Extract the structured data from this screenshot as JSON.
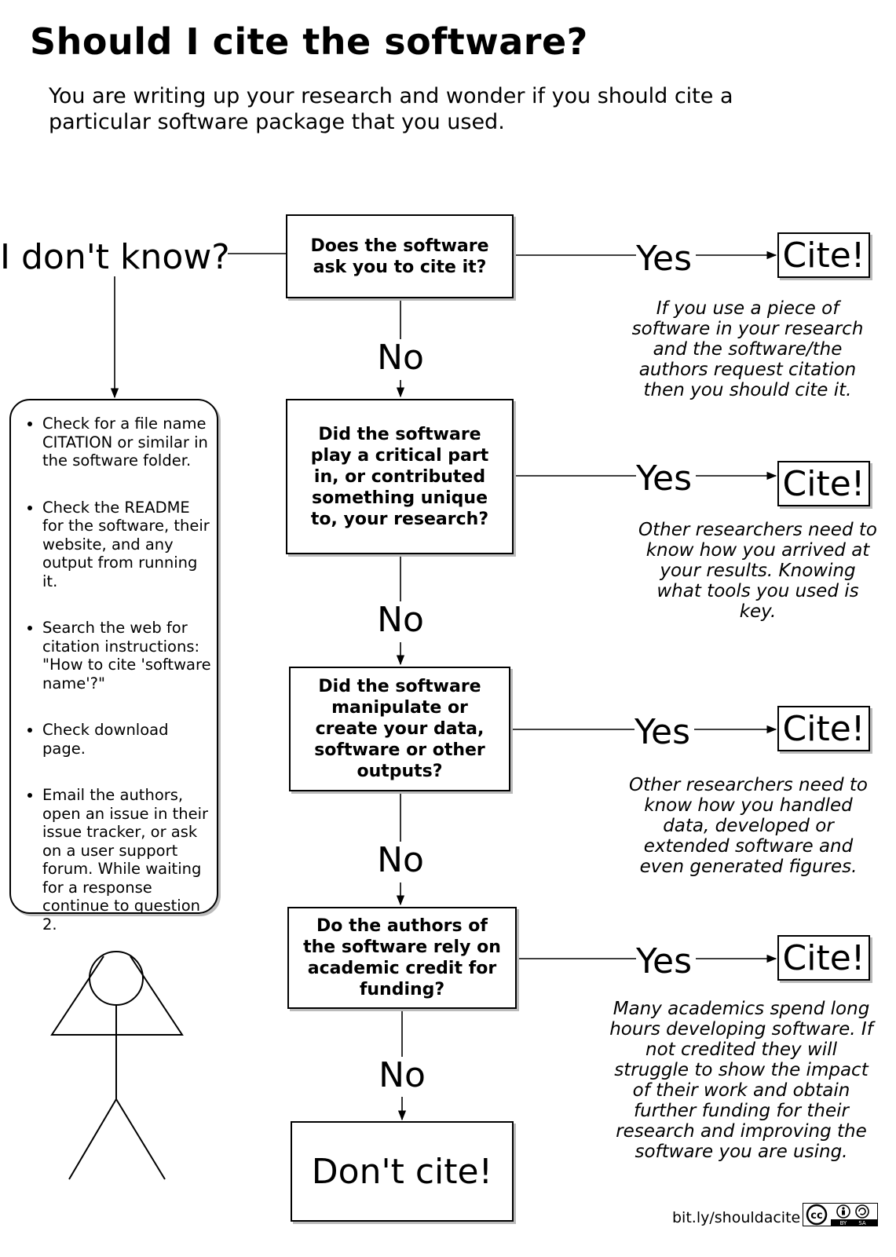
{
  "title": "Should I cite the software?",
  "intro": "You are writing up your research and wonder if you should cite a particular software package that you used.",
  "dont_know": "I don't know?",
  "questions": [
    "Does the software ask you to cite it?",
    "Did the software play a critical part in, or contributed something unique to, your research?",
    "Did the software manipulate or create your data, software or other outputs?",
    "Do the authors of the software rely on academic credit for funding?"
  ],
  "yes_label": "Yes",
  "no_label": "No",
  "cite_label": "Cite!",
  "reasons": [
    "If you use a piece of software in your research and the software/the authors request citation then you should cite it.",
    "Other researchers need to know how you arrived at your results. Knowing what tools you used is key.",
    "Other researchers need to know  how you handled data, developed or extended software and even generated figures.",
    "Many academics spend long hours developing software. If not credited they will struggle to show the impact of their work and obtain further funding for their research and improving the software you are using."
  ],
  "tips": [
    "Check for a file name CITATION or similar in the software folder.",
    "Check the README for the software, their website, and any output from running it.",
    "Search the web for citation instructions: \"How to cite 'software name'?\"",
    "Check download page.",
    "Email the authors, open an issue in their issue tracker, or ask on a user support forum. While waiting for a response continue to question 2."
  ],
  "final": "Don't cite!",
  "url": "bit.ly/shouldacite",
  "license": {
    "cc": "cc",
    "by": "BY",
    "sa": "SA"
  }
}
